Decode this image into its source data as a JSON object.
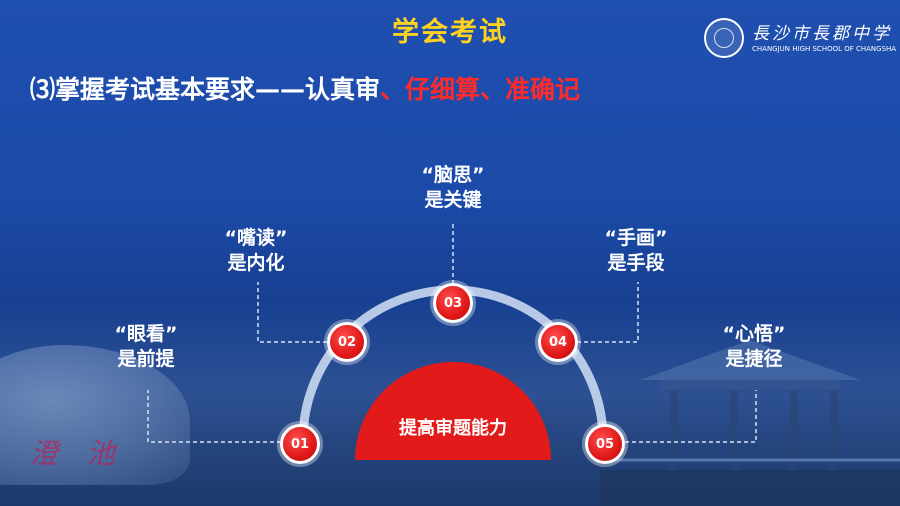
{
  "header": {
    "title": "学会考试",
    "subtitle_lead": "⑶掌握考试基本要求——",
    "subtitle_white": "认真审",
    "subtitle_red": "、仔细算、准确记"
  },
  "logo": {
    "name_cn": "長沙市長郡中学",
    "name_en": "CHANGJUN HIGH SCHOOL OF CHANGSHA"
  },
  "background": {
    "rock_inscription": "澄 池"
  },
  "diagram": {
    "center": "提高审题能力",
    "steps": [
      {
        "num": "01",
        "line1": "“眼看”",
        "line2": "是前提"
      },
      {
        "num": "02",
        "line1": "“嘴读”",
        "line2": "是内化"
      },
      {
        "num": "03",
        "line1": "“脑思”",
        "line2": "是关键"
      },
      {
        "num": "04",
        "line1": "“手画”",
        "line2": "是手段"
      },
      {
        "num": "05",
        "line1": "“心悟”",
        "line2": "是捷径"
      }
    ]
  },
  "colors": {
    "title": "#ffd21e",
    "accent_red": "#e01818",
    "subtitle_red": "#ff2a2a",
    "background_blue": "#1f4fb0"
  }
}
